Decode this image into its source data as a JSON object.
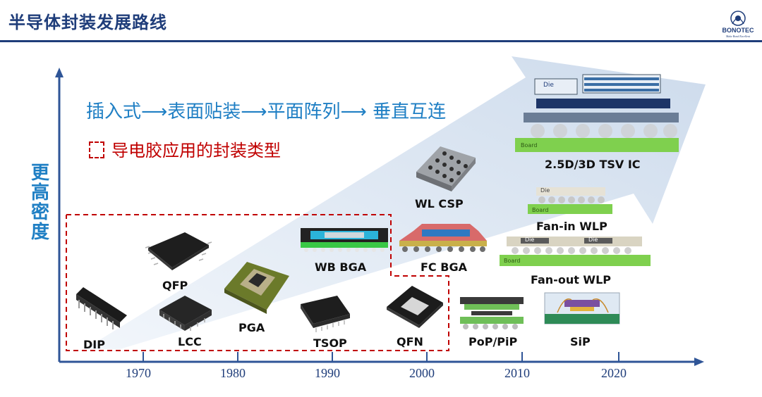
{
  "title": "半导体封装发展路线",
  "logo": {
    "name": "BONOTEC",
    "tagline": "Make Bond Excellent"
  },
  "evolution_text": "插入式⟶表面贴装⟶平面阵列⟶ 垂直互连",
  "legend_text": "导电胶应用的封装类型",
  "y_axis_label": "更高密度",
  "x_axis_ticks": [
    "1970",
    "1980",
    "1990",
    "2000",
    "2010",
    "2020"
  ],
  "packages": {
    "dip": "DIP",
    "qfp": "QFP",
    "lcc": "LCC",
    "pga": "PGA",
    "wb_bga": "WB BGA",
    "tsop": "TSOP",
    "wl_csp": "WL CSP",
    "fc_bga": "FC BGA",
    "qfn": "QFN",
    "tsv": "2.5D/3D TSV IC",
    "fan_in": "Fan-in WLP",
    "fan_out": "Fan-out WLP",
    "pop": "PoP/PiP",
    "sip": "SiP"
  },
  "image_text": {
    "die": "Die",
    "board": "Board"
  },
  "colors": {
    "title": "#1f3d7a",
    "axis": "#2f5597",
    "evolution": "#1f7fc4",
    "legend": "#c00000",
    "arrow_fill": "#dbe5f1"
  }
}
